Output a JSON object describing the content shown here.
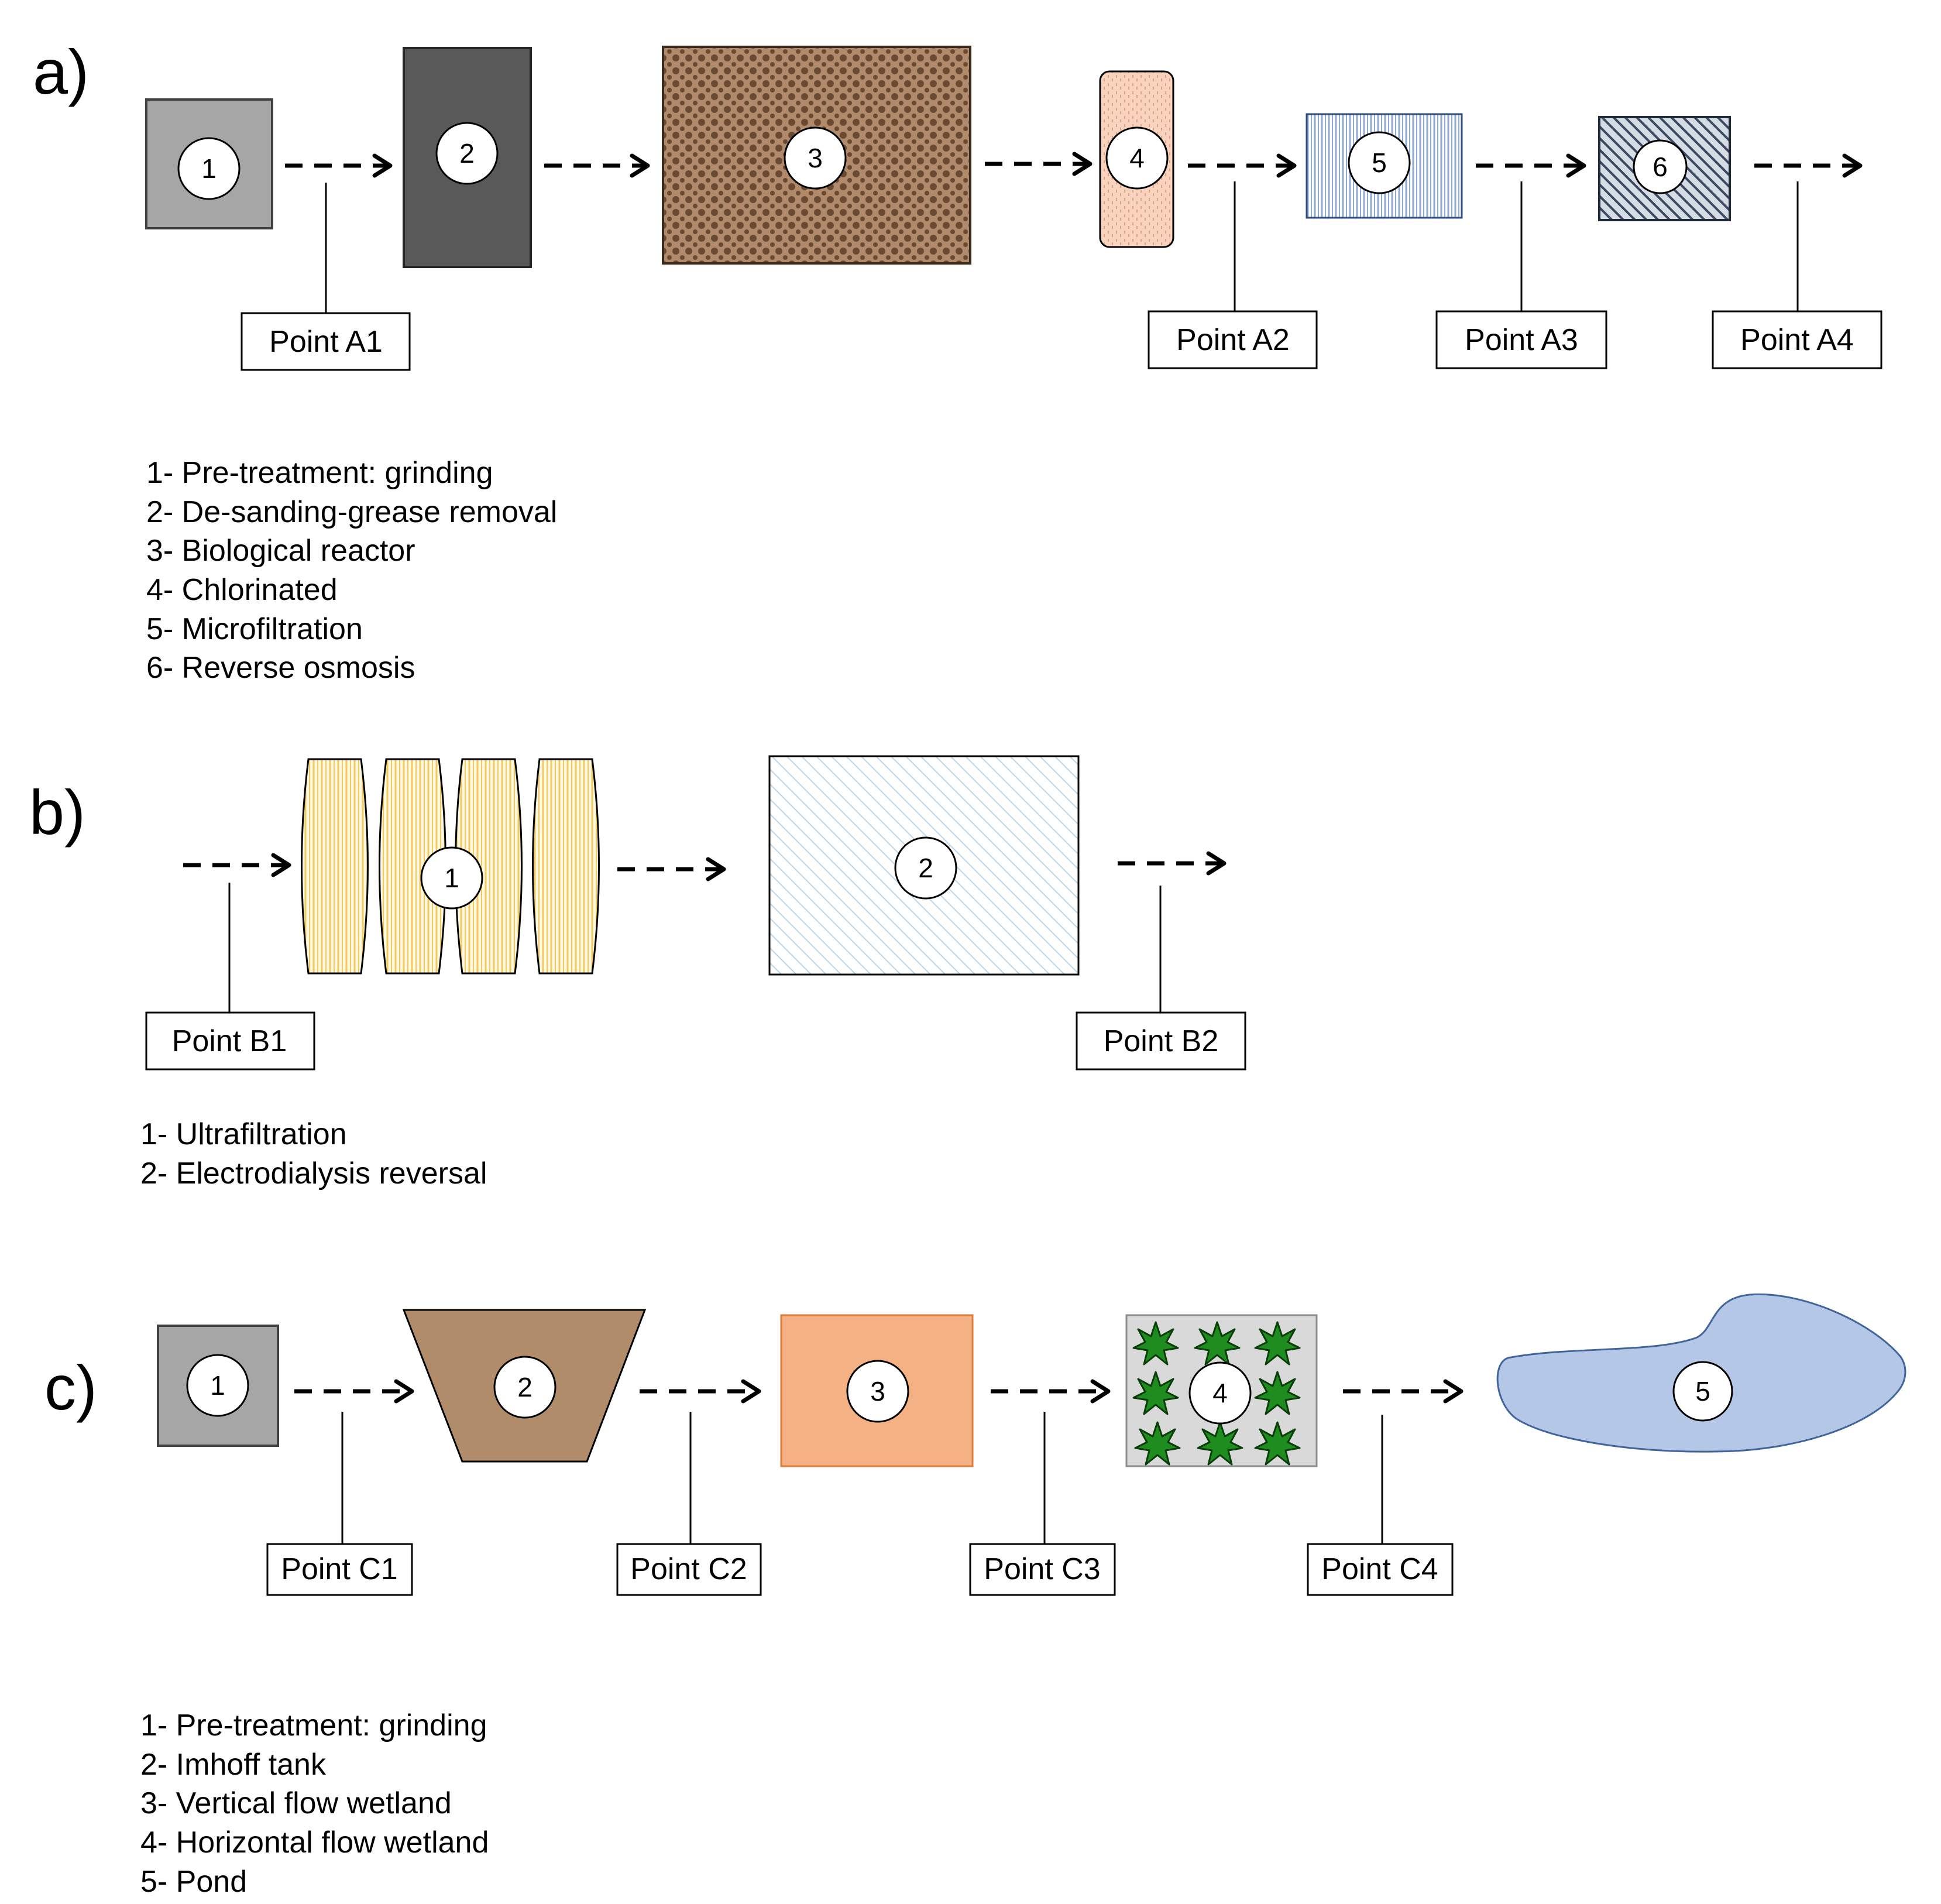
{
  "panels": {
    "a": {
      "label": "a)",
      "steps": [
        "1",
        "2",
        "3",
        "4",
        "5",
        "6"
      ],
      "points": [
        "Point A1",
        "Point A2",
        "Point A3",
        "Point A4"
      ],
      "legend": [
        "1- Pre-treatment: grinding",
        "2- De-sanding-grease removal",
        "3- Biological reactor",
        "4- Chlorinated",
        "5- Microfiltration",
        "6- Reverse osmosis"
      ]
    },
    "b": {
      "label": "b)",
      "steps": [
        "1",
        "2"
      ],
      "points": [
        "Point B1",
        "Point B2"
      ],
      "legend": [
        "1- Ultrafiltration",
        "2- Electrodialysis reversal"
      ]
    },
    "c": {
      "label": "c)",
      "steps": [
        "1",
        "2",
        "3",
        "4",
        "5"
      ],
      "points": [
        "Point C1",
        "Point C2",
        "Point C3",
        "Point C4"
      ],
      "legend": [
        "1- Pre-treatment: grinding",
        "2- Imhoff tank",
        "3- Vertical flow wetland",
        "4- Horizontal flow wetland",
        "5- Pond"
      ]
    }
  },
  "colors": {
    "grinding": "#a6a6a6",
    "desanding": "#595959",
    "bioreactor": "#a0785a",
    "chlorination": "#f8cbad",
    "microfiltration": "#b4c7e7",
    "reverse_osmosis": "#44546a",
    "ultrafiltration": "#ffd966",
    "electrodialysis": "#9dc3e6",
    "imhoff": "#b08c6a",
    "vertical_wetland": "#f4b183",
    "horizontal_wetland_bg": "#d9d9d9",
    "plants": "#1e8c1e",
    "pond": "#b4c7e7"
  }
}
